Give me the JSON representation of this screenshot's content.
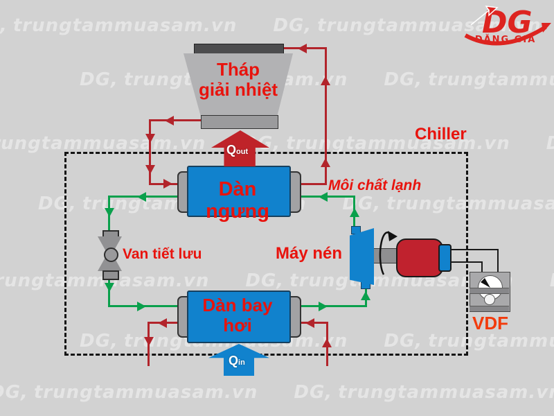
{
  "watermark": {
    "brand": "DG,",
    "text": "trungtammuasam.vn"
  },
  "logo": {
    "monogram": "DG",
    "name": "ĐẶNG GIA"
  },
  "chiller": {
    "label": "Chiller"
  },
  "components": {
    "cooling_tower": {
      "line1": "Tháp",
      "line2": "giải nhiệt"
    },
    "condenser": {
      "label": "Dàn ngưng"
    },
    "evaporator": {
      "line1": "Dàn bay",
      "line2": "hơi"
    },
    "expansion_valve": {
      "label": "Van tiết lưu"
    },
    "compressor": {
      "label": "Máy nén"
    },
    "motor_drive": {
      "label": "VDF"
    },
    "refrigerant": {
      "label": "Môi chất lạnh"
    }
  },
  "heat_flows": {
    "q_out": {
      "symbol": "Q",
      "subscript": "out"
    },
    "q_in": {
      "symbol": "Q",
      "subscript": "in"
    }
  },
  "colors": {
    "background": "#d2d2d2",
    "label_red": "#e8130d",
    "pipe_red": "#b2242b",
    "pipe_green": "#0aa04c",
    "component_blue": "#1182cd",
    "motor_red": "#c0222e",
    "vdf_text": "#f23b0c",
    "gray_component": "#9b9b9d"
  }
}
